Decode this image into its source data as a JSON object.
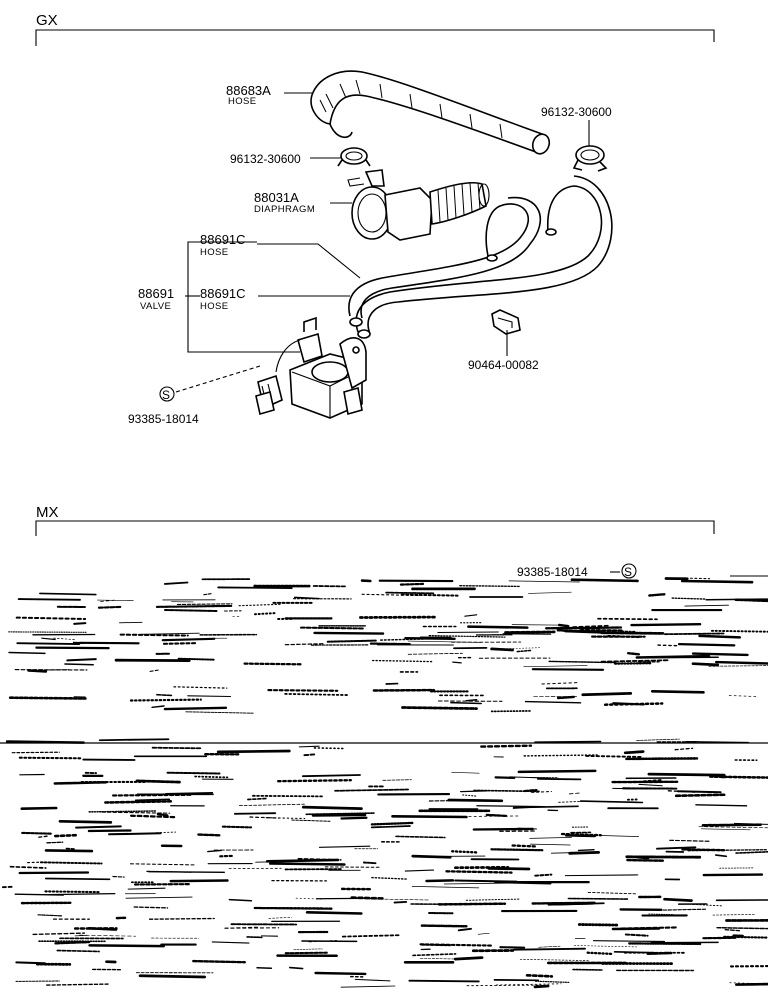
{
  "sections": {
    "gx": {
      "title": "GX"
    },
    "mx": {
      "title": "MX"
    }
  },
  "parts": {
    "hose_upper": {
      "number": "88683A",
      "name": "HOSE"
    },
    "clamp_right": {
      "number": "96132-30600"
    },
    "clamp_left": {
      "number": "96132-30600"
    },
    "diaphragm": {
      "number": "88031A",
      "name": "DIAPHRAGM"
    },
    "hose_mid": {
      "number": "88691C",
      "name": "HOSE"
    },
    "valve": {
      "number": "88691",
      "name": "VALVE"
    },
    "hose_lower": {
      "number": "88691C",
      "name": "HOSE"
    },
    "clip": {
      "number": "90464-00082"
    },
    "screw": {
      "number": "93385-18014",
      "symbol": "S"
    },
    "mx_screw": {
      "number": "93385-18014",
      "symbol": "S"
    }
  }
}
